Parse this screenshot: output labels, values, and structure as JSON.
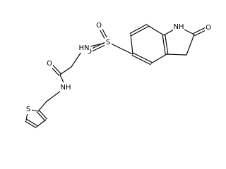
{
  "molecule": {
    "atoms": [
      {
        "id": "nh_ring",
        "label": "NH",
        "element": "N"
      },
      {
        "id": "o_lactam",
        "label": "O",
        "element": "O"
      },
      {
        "id": "s_sulfonyl",
        "label": "S",
        "element": "S"
      },
      {
        "id": "o_sulfonyl_top",
        "label": "O",
        "element": "O"
      },
      {
        "id": "o_sulfonyl_bottom",
        "label": "O",
        "element": "O"
      },
      {
        "id": "nh_sulfonamide",
        "label": "HN",
        "element": "N"
      },
      {
        "id": "o_amide",
        "label": "O",
        "element": "O"
      },
      {
        "id": "nh_amide",
        "label": "NH",
        "element": "N"
      },
      {
        "id": "s_thiophene",
        "label": "S",
        "element": "S"
      }
    ]
  }
}
